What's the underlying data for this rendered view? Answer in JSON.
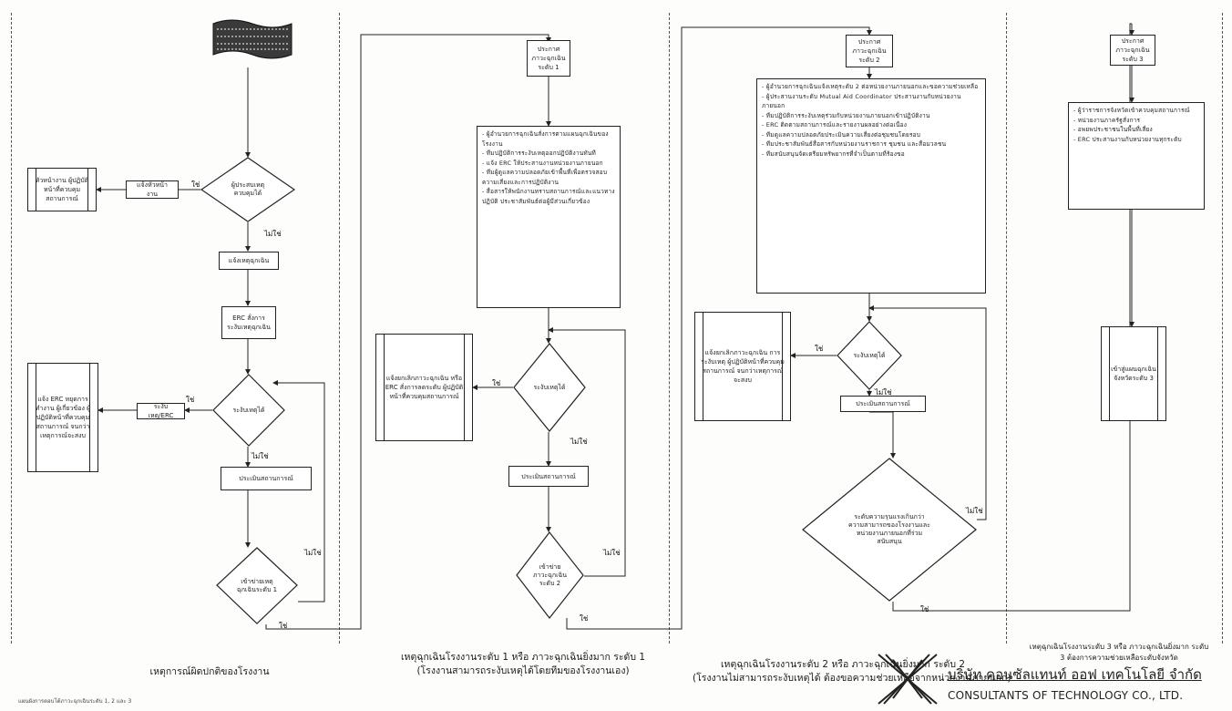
{
  "flag_label": "",
  "lanes": [
    {
      "id": "lane1",
      "caption": "เหตุการณ์ผิดปกติของโรงงาน",
      "decision1": "ผู้ประสบเหตุควบคุมได้",
      "yes_action": "แจ้งหัวหน้างาน",
      "yes_doc": "หัวหน้างาน ผู้ปฏิบัติหน้าที่ควบคุมสถานการณ์",
      "no_action1": "แจ้งเหตุฉุกเฉิน",
      "no_action2": "ERC สั่งการระงับเหตุฉุกเฉิน",
      "decision2": "ระงับเหตุได้",
      "yes2_action": "ระงับเหตุ/ERC",
      "yes2_doc": "แจ้ง ERC หยุดการทำงาน ผู้เกี่ยวข้อง ผู้ปฏิบัติหน้าที่ควบคุมสถานการณ์ จนกว่าเหตุการณ์จะสงบ",
      "no2_action": "ประเมินสถานการณ์",
      "decision3": "เข้าข่ายเหตุฉุกเฉินระดับ 1",
      "yes": "ใช่",
      "no": "ไม่ใช่"
    },
    {
      "id": "lane2",
      "caption_line1": "เหตุฉุกเฉินโรงงานระดับ 1 หรือ ภาวะฉุกเฉินยิ่งมาก ระดับ 1",
      "caption_line2": "(โรงงานสามารถระงับเหตุได้โดยทีมของโรงงานเอง)",
      "top_box": "ประกาศภาวะฉุกเฉินระดับ 1",
      "list": [
        "- ผู้อำนวยการฉุกเฉินสั่งการตามแผนฉุกเฉินของโรงงาน",
        "- ทีมปฏิบัติการระงับเหตุออกปฏิบัติงานทันที",
        "- แจ้ง ERC ให้ประสานงานหน่วยงานภายนอก",
        "- ทีมผู้ดูแลความปลอดภัยเข้าพื้นที่เพื่อตรวจสอบความเสี่ยงและการปฏิบัติงาน",
        "- สื่อสารให้พนักงานทราบสถานการณ์และแนวทางปฏิบัติ ประชาสัมพันธ์ต่อผู้มีส่วนเกี่ยวข้อง"
      ],
      "decision": "ระงับเหตุได้",
      "yes_doc": "แจ้งยกเลิกภาวะฉุกเฉิน หรือ ERC สั่งการลดระดับ ผู้ปฏิบัติหน้าที่ควบคุมสถานการณ์",
      "no_action": "ประเมินสถานการณ์",
      "decision2": "เข้าข่ายภาวะฉุกเฉินระดับ 2",
      "yes": "ใช่",
      "no": "ไม่ใช่"
    },
    {
      "id": "lane3",
      "caption_line1": "เหตุฉุกเฉินโรงงานระดับ 2 หรือ ภาวะฉุกเฉินยิ่งมาก ระดับ 2",
      "caption_line2": "(โรงงานไม่สามารถระงับเหตุได้ ต้องขอความช่วยเหลือจากหน่วยงานภายนอก)",
      "top_box": "ประกาศภาวะฉุกเฉินระดับ 2",
      "list": [
        "- ผู้อำนวยการฉุกเฉินแจ้งเหตุระดับ 2 ต่อหน่วยงานภายนอกและขอความช่วยเหลือ",
        "- ผู้ประสานงานระดับ Mutual Aid Coordinator ประสานงานกับหน่วยงานภายนอก",
        "- ทีมปฏิบัติการระงับเหตุร่วมกับหน่วยงานภายนอกเข้าปฏิบัติงาน",
        "- ERC ติดตามสถานการณ์และรายงานผลอย่างต่อเนื่อง",
        "- ทีมดูแลความปลอดภัยประเมินความเสี่ยงต่อชุมชนโดยรอบ",
        "- ทีมประชาสัมพันธ์สื่อสารกับหน่วยงานราชการ ชุมชน และสื่อมวลชน",
        "- ทีมสนับสนุนจัดเตรียมทรัพยากรที่จำเป็นตามที่ร้องขอ"
      ],
      "decision": "ระงับเหตุได้",
      "yes_doc": "แจ้งยกเลิกภาวะฉุกเฉิน การระงับเหตุ ผู้ปฏิบัติหน้าที่ควบคุมสถานการณ์ จนกว่าเหตุการณ์จะสงบ",
      "no_action": "ประเมินสถานการณ์",
      "decision2": "ระดับความรุนแรงเกินกว่าความสามารถของโรงงานและหน่วยงานภายนอกที่ร่วมสนับสนุน",
      "yes": "ใช่",
      "no": "ไม่ใช่"
    },
    {
      "id": "lane4",
      "caption_line1": "เหตุฉุกเฉินโรงงานระดับ 3 หรือ ภาวะฉุกเฉินยิ่งมาก ระดับ",
      "caption_line2": "3 ต้องการความช่วยเหลือระดับจังหวัด",
      "top_box": "ประกาศภาวะฉุกเฉินระดับ 3",
      "list": [
        "- ผู้ว่าราชการจังหวัดเข้าควบคุมสถานการณ์",
        "- หน่วยงานภาครัฐสั่งการ",
        "- อพยพประชาชนในพื้นที่เสี่ยง",
        "- ERC ประสานงานกับหน่วยงานทุกระดับ"
      ],
      "end_doc": "เข้าสู่แผนฉุกเฉินจังหวัดระดับ 3"
    }
  ],
  "company": {
    "name_th": "บริษัท คอนซัลแทนท์ ออฟ เทคโนโลยี จำกัด",
    "name_en": "CONSULTANTS OF TECHNOLOGY CO., LTD."
  },
  "footnote": "แผนผังการตอบโต้ภาวะฉุกเฉินระดับ 1, 2 และ 3"
}
